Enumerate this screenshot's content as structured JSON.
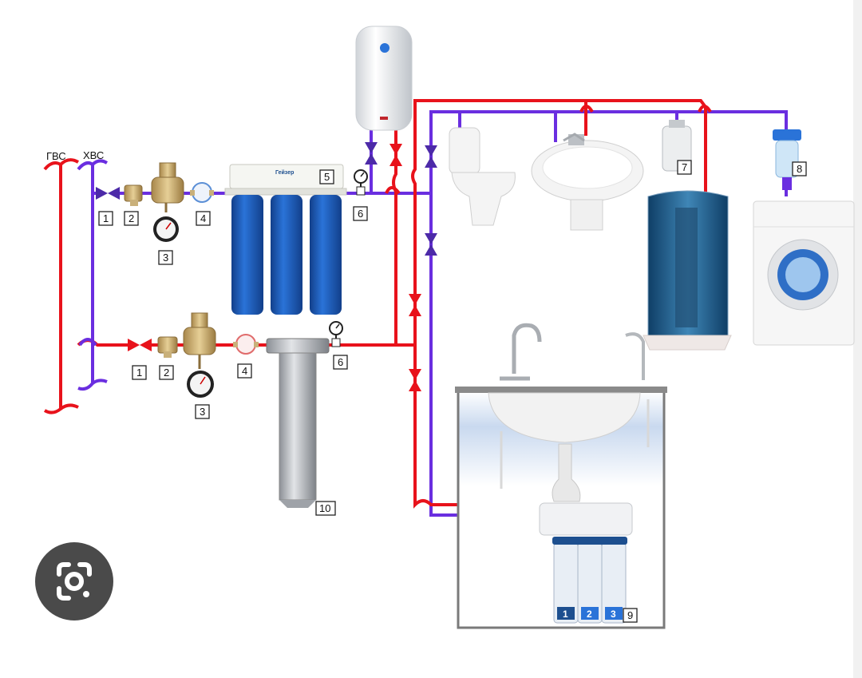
{
  "labels": {
    "hot_water": "ГВС",
    "cold_water": "ХВС"
  },
  "cold_line_numbers": [
    "1",
    "2",
    "3",
    "4",
    "5",
    "6"
  ],
  "hot_line_numbers": [
    "1",
    "2",
    "3",
    "4",
    "6",
    "10"
  ],
  "consumer_numbers": [
    "7",
    "8",
    "9"
  ],
  "cartridge_numbers": [
    "1",
    "2",
    "3"
  ],
  "brand": "Гейзер",
  "colors": {
    "hot_pipe": "#e8121b",
    "cold_pipe": "#6a2ee0",
    "filter_blue": "#1d5fc0",
    "cabinet": "#7a7a7a",
    "lens_button": "#4a4a4a"
  },
  "lens_icon": "camera-lens-icon"
}
